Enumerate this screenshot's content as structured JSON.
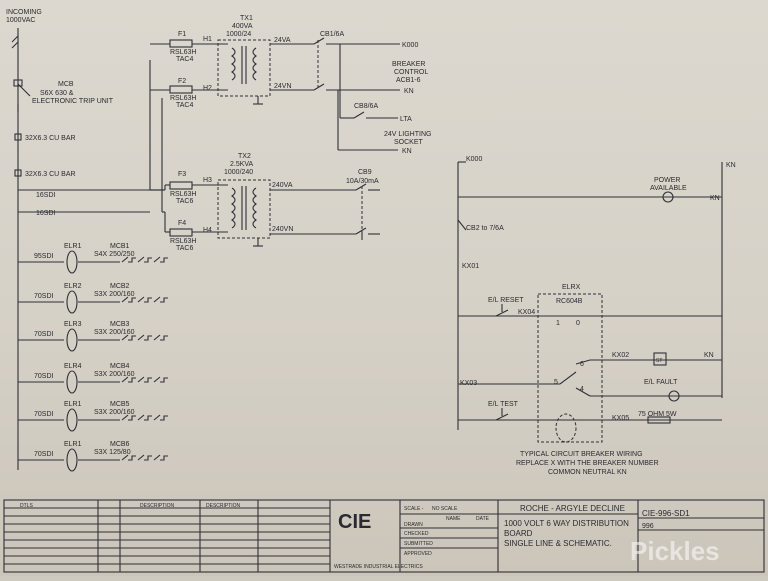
{
  "incoming": {
    "line1": "INCOMING",
    "line2": "1000VAC"
  },
  "mcb_main": {
    "line1": "MCB",
    "line2": "S6X 630 &",
    "line3": "ELECTRONIC TRIP UNIT"
  },
  "cu_bar": {
    "label1": "32X6.3 CU BAR",
    "label2": "32X6.3 CU BAR"
  },
  "tx1": {
    "name": "TX1",
    "rating": "400VA",
    "ratio": "1000/24",
    "f1": "F1",
    "f2": "F2",
    "fuse1": "RSL63H",
    "fuse1b": "TAC4",
    "fuse2": "RSL63H",
    "fuse2b": "TAC4",
    "h1": "H1",
    "h2": "H2",
    "out1": "24VA",
    "out2": "24VN"
  },
  "tx2": {
    "name": "TX2",
    "rating": "2.5KVA",
    "ratio": "1000/240",
    "f3": "F3",
    "f4": "F4",
    "fuse3": "RSL63H",
    "fuse3b": "TAC6",
    "fuse4": "RSL63H",
    "fuse4b": "TAC6",
    "h3": "H3",
    "h4": "H4",
    "out1": "240VA",
    "out2": "240VN"
  },
  "cb1": {
    "label": "CB1/6A",
    "out1": "K000",
    "desc1": "BREAKER",
    "desc2": "CONTROL",
    "desc3": "ACB1-6",
    "kn": "KN"
  },
  "cb8": {
    "label": "CB8/6A",
    "lta": "LTA",
    "desc1": "24V LIGHTING",
    "desc2": "SOCKET",
    "kn": "KN"
  },
  "cb9": {
    "label1": "CB9",
    "label2": "10A/30mA"
  },
  "cables": {
    "c16a": "16SDI",
    "c16b": "16SDI",
    "c95": "95SDI",
    "c70a": "70SDI",
    "c70b": "70SDI",
    "c70c": "70SDI",
    "c70d": "70SDI",
    "c70e": "70SDI"
  },
  "feeders": [
    {
      "elr": "ELR1",
      "mcb": "MCB1",
      "rating": "S4X 250/250"
    },
    {
      "elr": "ELR2",
      "mcb": "MCB2",
      "rating": "S3X 200/160"
    },
    {
      "elr": "ELR3",
      "mcb": "MCB3",
      "rating": "S3X 200/160"
    },
    {
      "elr": "ELR4",
      "mcb": "MCB4",
      "rating": "S3X 200/160"
    },
    {
      "elr": "ELR1",
      "mcb": "MCB5",
      "rating": "S3X 200/160"
    },
    {
      "elr": "ELR1",
      "mcb": "MCB6",
      "rating": "S3X 125/80"
    }
  ],
  "control": {
    "k000": "K000",
    "kn": "KN",
    "power1": "POWER",
    "power2": "AVAILABLE",
    "kn2": "KN",
    "cb2": "CB2 to 7/6A",
    "kx01": "KX01",
    "elrx": "ELRX",
    "rc": "RC604B",
    "reset": "E/L RESET",
    "kx04": "KX04",
    "kx02": "KX02",
    "st": "ST",
    "kn3": "KN",
    "fault": "E/L FAULT",
    "kx03": "KX03",
    "test": "E/L TEST",
    "kx05": "KX05",
    "res": "75 OHM 5W",
    "n1": "1",
    "n0": "0",
    "n6": "6",
    "n5": "5",
    "n4": "4",
    "note1": "TYPICAL CIRCUIT BREAKER WIRING",
    "note2": "REPLACE X WITH THE BREAKER NUMBER",
    "note3": "COMMON NEUTRAL KN"
  },
  "title_block": {
    "company": "CIE",
    "company_sub": "WESTRADE INDUSTRIAL ELECTRICS",
    "scale_label": "SCALE -",
    "scale_value": "NO SCALE",
    "drawn": "DRAWN",
    "checked": "CHECKED",
    "submitted": "SUBMITTED",
    "approved": "APPROVED",
    "name_hdr": "NAME",
    "date_hdr": "DATE",
    "project": "ROCHE - ARGYLE DECLINE",
    "title1": "1000 VOLT 6 WAY DISTRIBUTION",
    "title2": "BOARD",
    "title3": "SINGLE LINE & SCHEMATIC.",
    "dwg_no": "CIE-996-SD1",
    "job_no": "996",
    "col_dtls": "DTLS",
    "col_description": "DESCRIPTION"
  },
  "watermark": "Pickles"
}
